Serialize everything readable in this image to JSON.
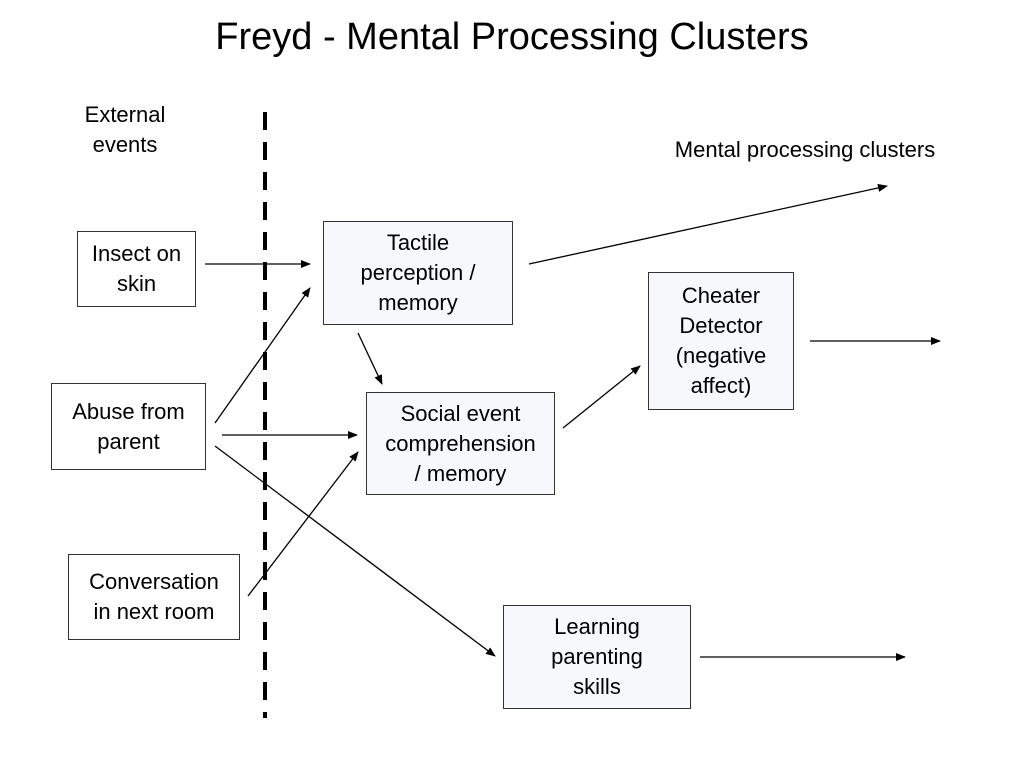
{
  "title": "Freyd - Mental Processing Clusters",
  "labels": {
    "external_events": "External\nevents",
    "mental_processing_clusters": "Mental processing clusters"
  },
  "external_events": {
    "insect": "Insect on\nskin",
    "abuse": "Abuse from\nparent",
    "conversation": "Conversation\nin next room"
  },
  "clusters": {
    "tactile": "Tactile\nperception /\nmemory",
    "social": "Social event\ncomprehension\n/ memory",
    "cheater": "Cheater\nDetector\n(negative\naffect)",
    "learning": "Learning\nparenting\nskills"
  },
  "colors": {
    "line": "#000000",
    "box_border": "#333333",
    "cluster_fill": "#f7f8fc"
  }
}
